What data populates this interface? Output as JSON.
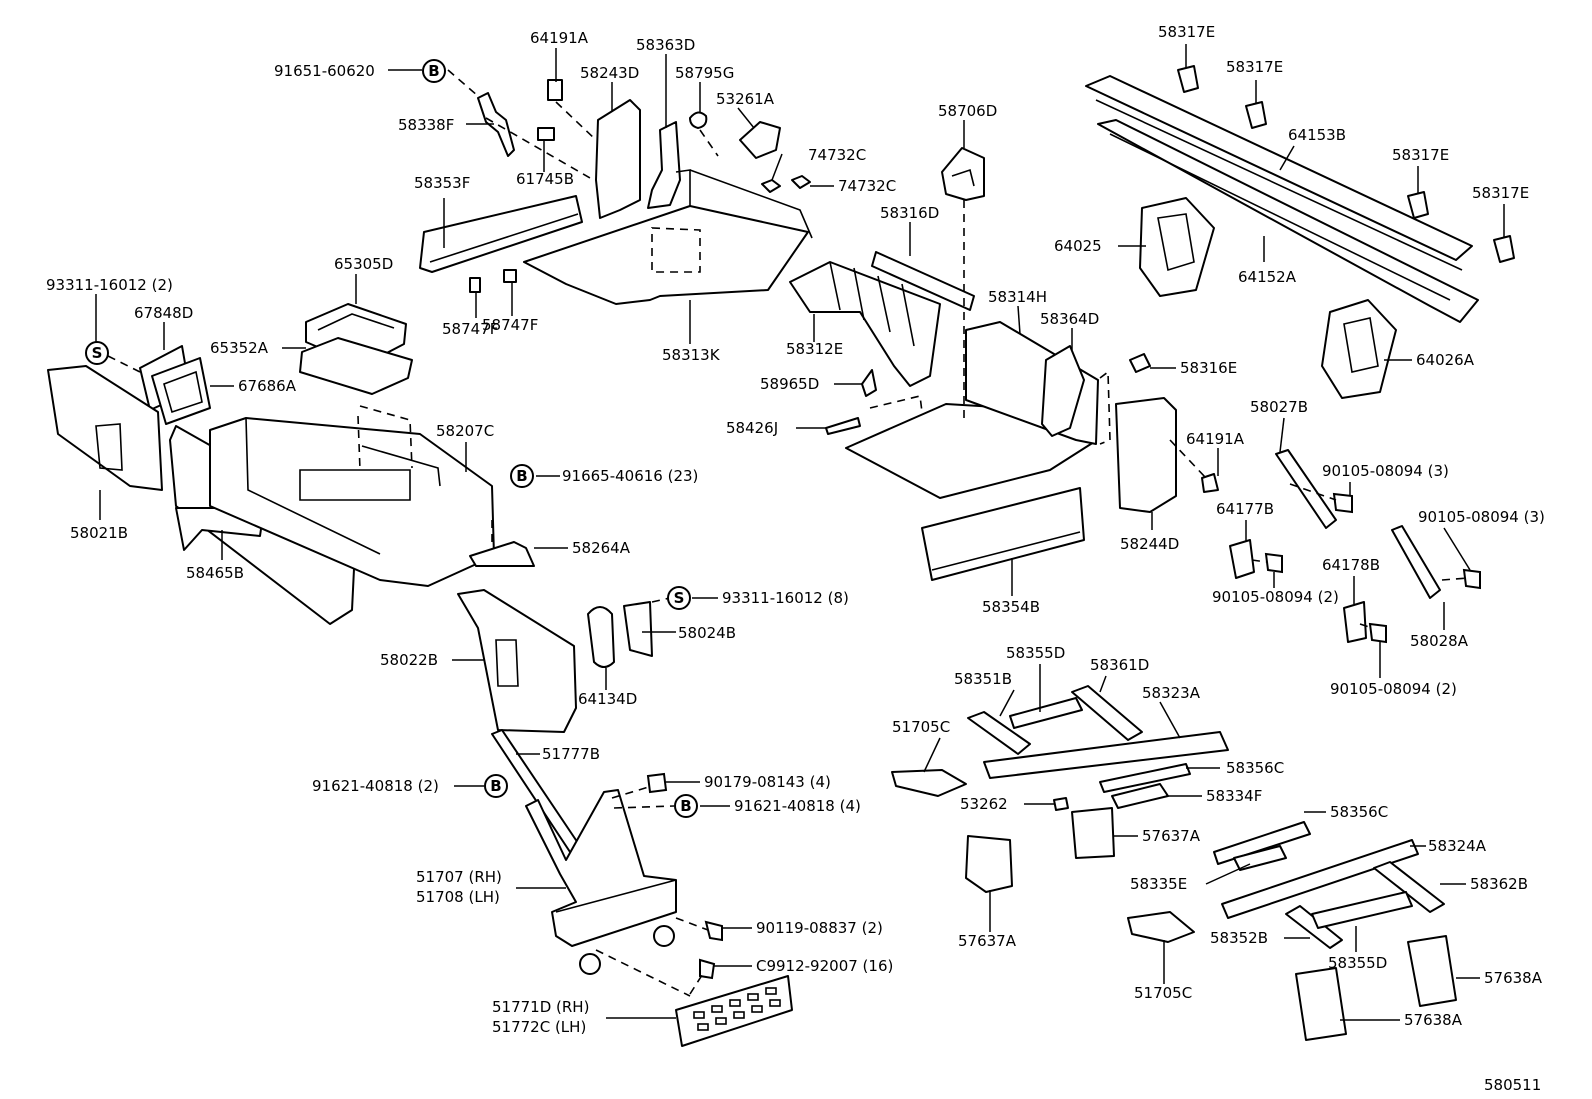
{
  "diagram": {
    "figure_number": "580511",
    "labels": [
      {
        "id": "91651-60620",
        "text": "91651-60620"
      },
      {
        "id": "64191A-top",
        "text": "64191A"
      },
      {
        "id": "58363D",
        "text": "58363D"
      },
      {
        "id": "58243D",
        "text": "58243D"
      },
      {
        "id": "58795G",
        "text": "58795G"
      },
      {
        "id": "53261A",
        "text": "53261A"
      },
      {
        "id": "58338F",
        "text": "58338F"
      },
      {
        "id": "74732C-1",
        "text": "74732C"
      },
      {
        "id": "74732C-2",
        "text": "74732C"
      },
      {
        "id": "61745B",
        "text": "61745B"
      },
      {
        "id": "58353F",
        "text": "58353F"
      },
      {
        "id": "65305D",
        "text": "65305D"
      },
      {
        "id": "93311-16012-2",
        "text": "93311-16012 (2)"
      },
      {
        "id": "67848D",
        "text": "67848D"
      },
      {
        "id": "65352A",
        "text": "65352A"
      },
      {
        "id": "67686A",
        "text": "67686A"
      },
      {
        "id": "58747F-1",
        "text": "58747F"
      },
      {
        "id": "58747F-2",
        "text": "58747F"
      },
      {
        "id": "58313K",
        "text": "58313K"
      },
      {
        "id": "58207C",
        "text": "58207C"
      },
      {
        "id": "91665-40616",
        "text": "91665-40616 (23)"
      },
      {
        "id": "58021B",
        "text": "58021B"
      },
      {
        "id": "58465B",
        "text": "58465B"
      },
      {
        "id": "58264A",
        "text": "58264A"
      },
      {
        "id": "93311-16012-8",
        "text": "93311-16012 (8)"
      },
      {
        "id": "58024B",
        "text": "58024B"
      },
      {
        "id": "58022B",
        "text": "58022B"
      },
      {
        "id": "64134D",
        "text": "64134D"
      },
      {
        "id": "51777B",
        "text": "51777B"
      },
      {
        "id": "91621-40818-2",
        "text": "91621-40818 (2)"
      },
      {
        "id": "90179-08143",
        "text": "90179-08143 (4)"
      },
      {
        "id": "91621-40818-4",
        "text": "91621-40818 (4)"
      },
      {
        "id": "51707",
        "text": "51707 (RH)"
      },
      {
        "id": "51708",
        "text": "51708 (LH)"
      },
      {
        "id": "90119-08837",
        "text": "90119-08837 (2)"
      },
      {
        "id": "C9912-92007",
        "text": "C9912-92007 (16)"
      },
      {
        "id": "51771D",
        "text": "51771D (RH)"
      },
      {
        "id": "51772C",
        "text": "51772C (LH)"
      },
      {
        "id": "58706D",
        "text": "58706D"
      },
      {
        "id": "58316D",
        "text": "58316D"
      },
      {
        "id": "58314H",
        "text": "58314H"
      },
      {
        "id": "58364D",
        "text": "58364D"
      },
      {
        "id": "58312E",
        "text": "58312E"
      },
      {
        "id": "58965D",
        "text": "58965D"
      },
      {
        "id": "58426J",
        "text": "58426J"
      },
      {
        "id": "58316E",
        "text": "58316E"
      },
      {
        "id": "64191A-right",
        "text": "64191A"
      },
      {
        "id": "58244D",
        "text": "58244D"
      },
      {
        "id": "58354B",
        "text": "58354B"
      },
      {
        "id": "58317E-1",
        "text": "58317E"
      },
      {
        "id": "58317E-2",
        "text": "58317E"
      },
      {
        "id": "58317E-3",
        "text": "58317E"
      },
      {
        "id": "58317E-4",
        "text": "58317E"
      },
      {
        "id": "64153B",
        "text": "64153B"
      },
      {
        "id": "64025",
        "text": "64025"
      },
      {
        "id": "64152A",
        "text": "64152A"
      },
      {
        "id": "64026A",
        "text": "64026A"
      },
      {
        "id": "58027B",
        "text": "58027B"
      },
      {
        "id": "90105-08094-3a",
        "text": "90105-08094 (3)"
      },
      {
        "id": "64177B",
        "text": "64177B"
      },
      {
        "id": "90105-08094-3b",
        "text": "90105-08094 (3)"
      },
      {
        "id": "64178B",
        "text": "64178B"
      },
      {
        "id": "90105-08094-2a",
        "text": "90105-08094 (2)"
      },
      {
        "id": "58028A",
        "text": "58028A"
      },
      {
        "id": "90105-08094-2b",
        "text": "90105-08094 (2)"
      },
      {
        "id": "58355D-top",
        "text": "58355D"
      },
      {
        "id": "58361D",
        "text": "58361D"
      },
      {
        "id": "58351B",
        "text": "58351B"
      },
      {
        "id": "58323A",
        "text": "58323A"
      },
      {
        "id": "51705C-top",
        "text": "51705C"
      },
      {
        "id": "58356C-1",
        "text": "58356C"
      },
      {
        "id": "58334F",
        "text": "58334F"
      },
      {
        "id": "53262",
        "text": "53262"
      },
      {
        "id": "57637A-1",
        "text": "57637A"
      },
      {
        "id": "58356C-2",
        "text": "58356C"
      },
      {
        "id": "58324A",
        "text": "58324A"
      },
      {
        "id": "58335E",
        "text": "58335E"
      },
      {
        "id": "58362B",
        "text": "58362B"
      },
      {
        "id": "57637A-2",
        "text": "57637A"
      },
      {
        "id": "58352B",
        "text": "58352B"
      },
      {
        "id": "58355D-bottom",
        "text": "58355D"
      },
      {
        "id": "57638A-1",
        "text": "57638A"
      },
      {
        "id": "51705C-bottom",
        "text": "51705C"
      },
      {
        "id": "57638A-2",
        "text": "57638A"
      }
    ],
    "markers": {
      "b": "B",
      "s": "S"
    }
  }
}
